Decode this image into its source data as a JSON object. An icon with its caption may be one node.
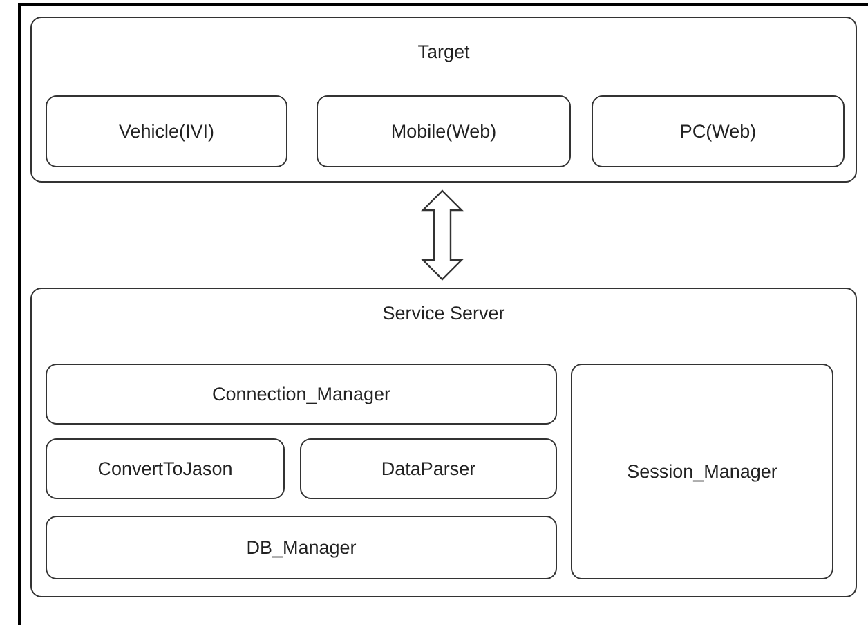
{
  "diagram": {
    "nodes": [
      {
        "text": [
          "Target"
        ]
      },
      {
        "text": [
          "Vehicle(IVI)"
        ],
        "in": 0
      },
      {
        "text": [
          "Mobile(Web)"
        ],
        "in": 0
      },
      {
        "text": [
          "PC(Web)"
        ],
        "in": 0
      },
      {
        "text": [
          "Service Server"
        ]
      },
      {
        "text": [
          "Connection_Manager"
        ],
        "in": 4
      },
      {
        "text": [
          "ConvertToJason"
        ],
        "in": 4
      },
      {
        "text": [
          "DataParser"
        ],
        "in": 4
      },
      {
        "text": [
          "DB_Manager"
        ],
        "in": 4
      },
      {
        "text": [
          "Session_Manager"
        ],
        "in": 4
      }
    ],
    "edges": [
      {
        "from": 0,
        "to": 4,
        "arrow": "both"
      }
    ]
  }
}
